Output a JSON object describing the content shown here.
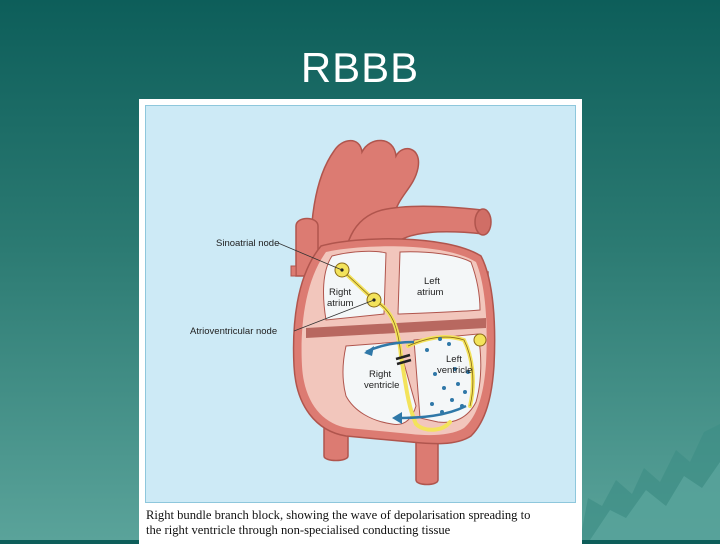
{
  "slide": {
    "title": "RBBB"
  },
  "figure": {
    "labels": {
      "sa_node": "Sinoatrial node",
      "av_node": "Atrioventricular node",
      "right_atrium_1": "Right",
      "right_atrium_2": "atrium",
      "left_atrium_1": "Left",
      "left_atrium_2": "atrium",
      "right_ventricle_1": "Right",
      "right_ventricle_2": "ventricle",
      "left_ventricle_1": "Left",
      "left_ventricle_2": "ventricle"
    },
    "caption_line1": "Right bundle branch block, showing the wave of depolarisation spreading to",
    "caption_line2": "the right ventricle through non-specialised conducting tissue"
  },
  "colors": {
    "background_top": "#0d5e5a",
    "background_bottom": "#5aa39a",
    "panel": "#cdeaf6",
    "heart_outer": "#dc7b72",
    "heart_wall": "#f2c6bc",
    "chamber": "#f4f7f8",
    "conduction": "#f3e35b",
    "wave": "#2f78a8"
  }
}
